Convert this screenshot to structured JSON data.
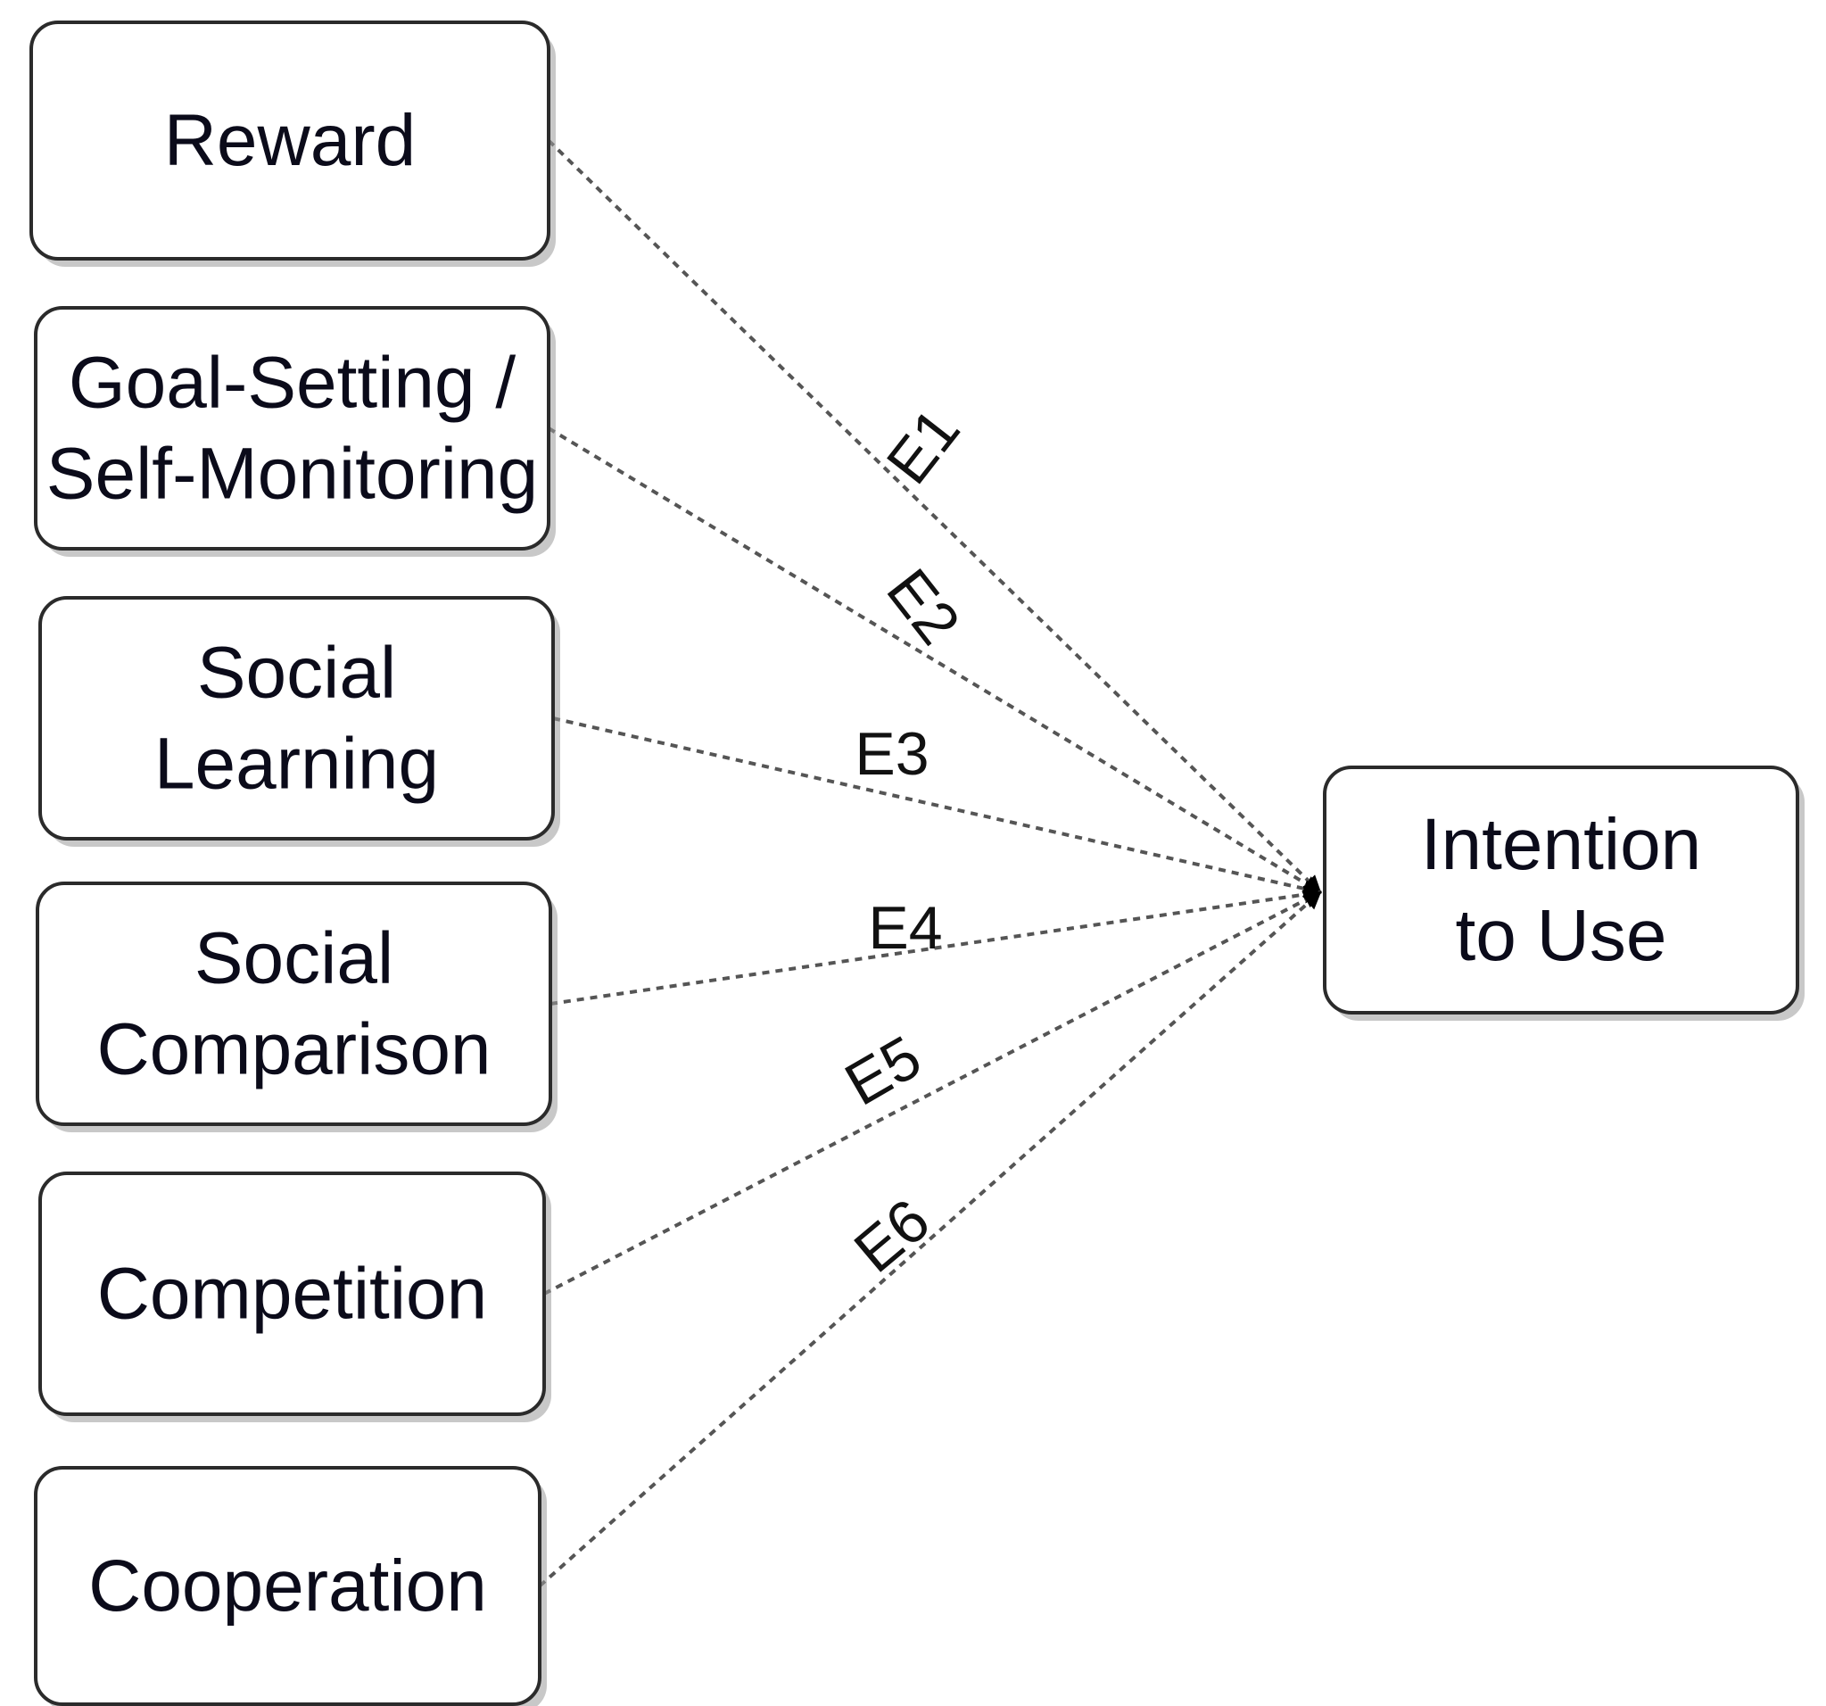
{
  "sources": [
    {
      "id": "reward",
      "lines": [
        "Reward"
      ]
    },
    {
      "id": "goal-setting",
      "lines": [
        "Goal-Setting /",
        "Self-Monitoring"
      ]
    },
    {
      "id": "social-learning",
      "lines": [
        "Social",
        "Learning"
      ]
    },
    {
      "id": "social-comparison",
      "lines": [
        "Social",
        "Comparison"
      ]
    },
    {
      "id": "competition",
      "lines": [
        "Competition"
      ]
    },
    {
      "id": "cooperation",
      "lines": [
        "Cooperation"
      ]
    }
  ],
  "target": {
    "id": "intention-to-use",
    "lines": [
      "Intention",
      "to Use"
    ]
  },
  "edges": [
    {
      "from": "reward",
      "label": "E1"
    },
    {
      "from": "goal-setting",
      "label": "E2"
    },
    {
      "from": "social-learning",
      "label": "E3"
    },
    {
      "from": "social-comparison",
      "label": "E4"
    },
    {
      "from": "competition",
      "label": "E5"
    },
    {
      "from": "cooperation",
      "label": "E6"
    }
  ],
  "colors": {
    "box_border": "#2b2b2b",
    "edge": "#555555",
    "arrowhead": "#000000",
    "text": "#0b0b1a"
  }
}
